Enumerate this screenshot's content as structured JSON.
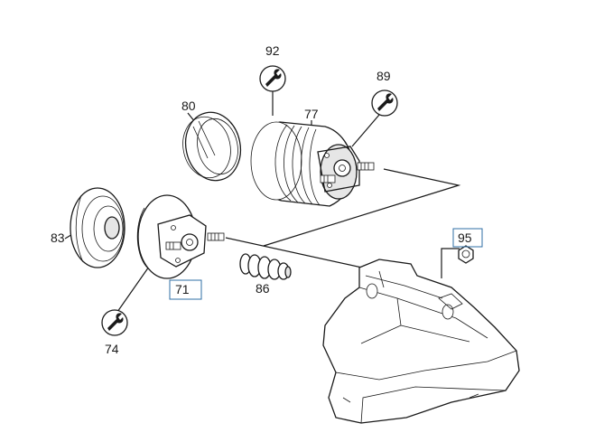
{
  "diagram": {
    "callouts": [
      {
        "id": "92",
        "label": "92",
        "boxed": false,
        "tool_icon": "wrench-icon"
      },
      {
        "id": "89",
        "label": "89",
        "boxed": false,
        "tool_icon": "wrench-icon"
      },
      {
        "id": "80",
        "label": "80",
        "boxed": false
      },
      {
        "id": "77",
        "label": "77",
        "boxed": false
      },
      {
        "id": "83",
        "label": "83",
        "boxed": false
      },
      {
        "id": "95",
        "label": "95",
        "boxed": true
      },
      {
        "id": "71",
        "label": "71",
        "boxed": true
      },
      {
        "id": "86",
        "label": "86",
        "boxed": false
      },
      {
        "id": "74",
        "label": "74",
        "boxed": false,
        "tool_icon": "wrench-icon"
      }
    ],
    "colors": {
      "line": "#1a1a1a",
      "highlight_box": "#2f6fa6",
      "background": "#ffffff"
    }
  }
}
